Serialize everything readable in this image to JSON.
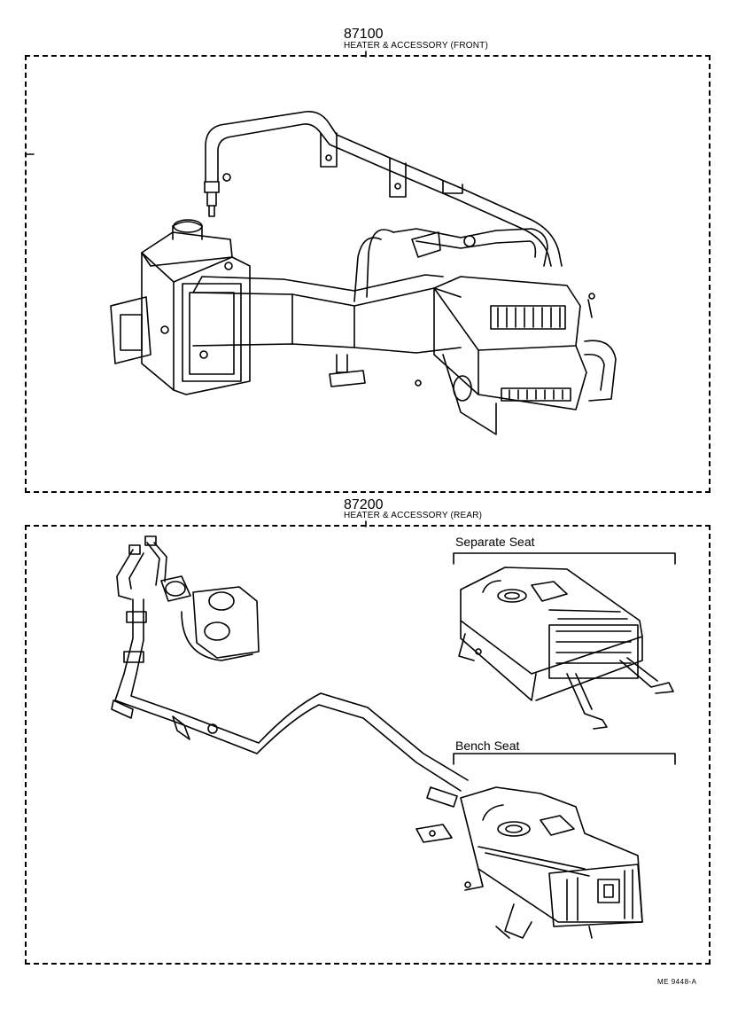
{
  "front": {
    "part_number": "87100",
    "title": "HEATER & ACCESSORY (FRONT)"
  },
  "rear": {
    "part_number": "87200",
    "title": "HEATER & ACCESSORY (REAR)",
    "variant_separate": "Separate Seat",
    "variant_bench": "Bench Seat"
  },
  "footer": {
    "code": "ME 9448-A"
  }
}
